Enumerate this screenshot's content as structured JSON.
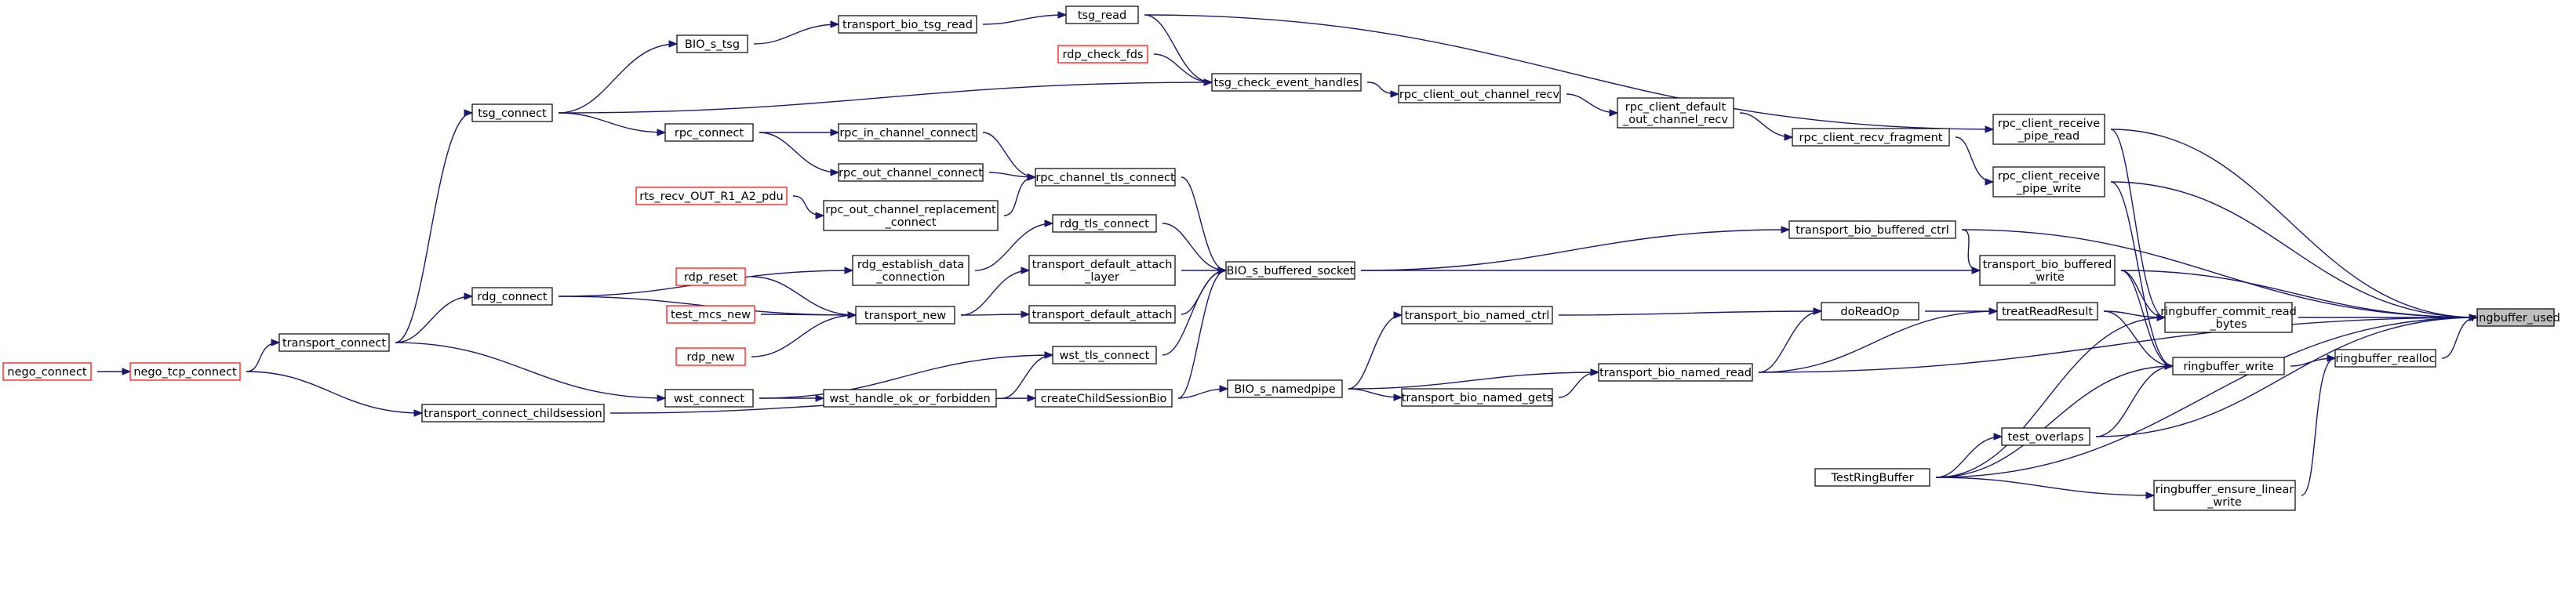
{
  "colors": {
    "edge": "#191970",
    "node_border": "#000000",
    "node_border_external": "#ff0000",
    "node_fill": "#ffffff",
    "focus_fill": "#bfbfbf"
  },
  "nodes": [
    {
      "id": "ringbuffer_used",
      "lines": [
        "ringbuffer_used"
      ],
      "focus": true
    },
    {
      "id": "ringbuffer_realloc",
      "lines": [
        "ringbuffer_realloc"
      ]
    },
    {
      "id": "ringbuffer_commit_read_bytes",
      "lines": [
        "ringbuffer_commit_read",
        "_bytes"
      ]
    },
    {
      "id": "ringbuffer_write",
      "lines": [
        "ringbuffer_write"
      ]
    },
    {
      "id": "ringbuffer_ensure_linear_write",
      "lines": [
        "ringbuffer_ensure_linear",
        "_write"
      ]
    },
    {
      "id": "rpc_client_receive_pipe_read",
      "lines": [
        "rpc_client_receive",
        "_pipe_read"
      ]
    },
    {
      "id": "rpc_client_receive_pipe_write",
      "lines": [
        "rpc_client_receive",
        "_pipe_write"
      ]
    },
    {
      "id": "transport_bio_buffered_ctrl",
      "lines": [
        "transport_bio_buffered_ctrl"
      ]
    },
    {
      "id": "transport_bio_buffered_write",
      "lines": [
        "transport_bio_buffered",
        "_write"
      ]
    },
    {
      "id": "treatReadResult",
      "lines": [
        "treatReadResult"
      ]
    },
    {
      "id": "test_overlaps",
      "lines": [
        "test_overlaps"
      ]
    },
    {
      "id": "TestRingBuffer",
      "lines": [
        "TestRingBuffer"
      ]
    },
    {
      "id": "doReadOp",
      "lines": [
        "doReadOp"
      ]
    },
    {
      "id": "transport_bio_named_read",
      "lines": [
        "transport_bio_named_read"
      ]
    },
    {
      "id": "transport_bio_named_ctrl",
      "lines": [
        "transport_bio_named_ctrl"
      ]
    },
    {
      "id": "transport_bio_named_gets",
      "lines": [
        "transport_bio_named_gets"
      ]
    },
    {
      "id": "BIO_s_namedpipe",
      "lines": [
        "BIO_s_namedpipe"
      ]
    },
    {
      "id": "createChildSessionBio",
      "lines": [
        "createChildSessionBio"
      ]
    },
    {
      "id": "transport_connect_childsession",
      "lines": [
        "transport_connect_childsession"
      ]
    },
    {
      "id": "rpc_client_recv_fragment",
      "lines": [
        "rpc_client_recv_fragment"
      ]
    },
    {
      "id": "rpc_client_default_out_channel_recv",
      "lines": [
        "rpc_client_default",
        "_out_channel_recv"
      ]
    },
    {
      "id": "rpc_client_out_channel_recv",
      "lines": [
        "rpc_client_out_channel_recv"
      ]
    },
    {
      "id": "tsg_check_event_handles",
      "lines": [
        "tsg_check_event_handles"
      ]
    },
    {
      "id": "rdp_check_fds",
      "lines": [
        "rdp_check_fds"
      ],
      "external": true
    },
    {
      "id": "tsg_read",
      "lines": [
        "tsg_read"
      ]
    },
    {
      "id": "transport_bio_tsg_read",
      "lines": [
        "transport_bio_tsg_read"
      ]
    },
    {
      "id": "BIO_s_tsg",
      "lines": [
        "BIO_s_tsg"
      ]
    },
    {
      "id": "tsg_connect",
      "lines": [
        "tsg_connect"
      ]
    },
    {
      "id": "transport_connect",
      "lines": [
        "transport_connect"
      ]
    },
    {
      "id": "nego_tcp_connect",
      "lines": [
        "nego_tcp_connect"
      ],
      "external": true
    },
    {
      "id": "nego_connect",
      "lines": [
        "nego_connect"
      ],
      "external": true
    },
    {
      "id": "BIO_s_buffered_socket",
      "lines": [
        "BIO_s_buffered_socket"
      ]
    },
    {
      "id": "rpc_channel_tls_connect",
      "lines": [
        "rpc_channel_tls_connect"
      ]
    },
    {
      "id": "rpc_in_channel_connect",
      "lines": [
        "rpc_in_channel_connect"
      ]
    },
    {
      "id": "rpc_out_channel_connect",
      "lines": [
        "rpc_out_channel_connect"
      ]
    },
    {
      "id": "rpc_out_channel_replacement_connect",
      "lines": [
        "rpc_out_channel_replacement",
        "_connect"
      ]
    },
    {
      "id": "rts_recv_OUT_R1_A2_pdu",
      "lines": [
        "rts_recv_OUT_R1_A2_pdu"
      ],
      "external": true
    },
    {
      "id": "rpc_connect",
      "lines": [
        "rpc_connect"
      ]
    },
    {
      "id": "rdg_tls_connect",
      "lines": [
        "rdg_tls_connect"
      ]
    },
    {
      "id": "rdg_establish_data_connection",
      "lines": [
        "rdg_establish_data",
        "_connection"
      ]
    },
    {
      "id": "rdg_connect",
      "lines": [
        "rdg_connect"
      ]
    },
    {
      "id": "transport_default_attach_layer",
      "lines": [
        "transport_default_attach",
        "_layer"
      ]
    },
    {
      "id": "transport_default_attach",
      "lines": [
        "transport_default_attach"
      ]
    },
    {
      "id": "transport_new",
      "lines": [
        "transport_new"
      ]
    },
    {
      "id": "rdp_reset",
      "lines": [
        "rdp_reset"
      ],
      "external": true
    },
    {
      "id": "test_mcs_new",
      "lines": [
        "test_mcs_new"
      ],
      "external": true
    },
    {
      "id": "rdp_new",
      "lines": [
        "rdp_new"
      ],
      "external": true
    },
    {
      "id": "wst_tls_connect",
      "lines": [
        "wst_tls_connect"
      ]
    },
    {
      "id": "wst_connect",
      "lines": [
        "wst_connect"
      ]
    },
    {
      "id": "wst_handle_ok_or_forbidden",
      "lines": [
        "wst_handle_ok_or_forbidden"
      ]
    }
  ],
  "edges": [
    [
      "ringbuffer_realloc",
      "ringbuffer_used"
    ],
    [
      "ringbuffer_commit_read_bytes",
      "ringbuffer_used"
    ],
    [
      "rpc_client_receive_pipe_read",
      "ringbuffer_used"
    ],
    [
      "rpc_client_receive_pipe_write",
      "ringbuffer_used"
    ],
    [
      "transport_bio_buffered_ctrl",
      "ringbuffer_used"
    ],
    [
      "transport_bio_buffered_write",
      "ringbuffer_used"
    ],
    [
      "test_overlaps",
      "ringbuffer_used"
    ],
    [
      "TestRingBuffer",
      "ringbuffer_used"
    ],
    [
      "transport_bio_named_read",
      "ringbuffer_used"
    ],
    [
      "ringbuffer_write",
      "ringbuffer_realloc"
    ],
    [
      "ringbuffer_ensure_linear_write",
      "ringbuffer_realloc"
    ],
    [
      "rpc_client_receive_pipe_read",
      "ringbuffer_commit_read_bytes"
    ],
    [
      "transport_bio_buffered_write",
      "ringbuffer_commit_read_bytes"
    ],
    [
      "treatReadResult",
      "ringbuffer_commit_read_bytes"
    ],
    [
      "TestRingBuffer",
      "ringbuffer_commit_read_bytes"
    ],
    [
      "rpc_client_receive_pipe_write",
      "ringbuffer_write"
    ],
    [
      "transport_bio_buffered_write",
      "ringbuffer_write"
    ],
    [
      "treatReadResult",
      "ringbuffer_write"
    ],
    [
      "test_overlaps",
      "ringbuffer_write"
    ],
    [
      "TestRingBuffer",
      "ringbuffer_write"
    ],
    [
      "TestRingBuffer",
      "ringbuffer_ensure_linear_write"
    ],
    [
      "TestRingBuffer",
      "test_overlaps"
    ],
    [
      "rpc_client_recv_fragment",
      "rpc_client_receive_pipe_write"
    ],
    [
      "tsg_read",
      "rpc_client_receive_pipe_read"
    ],
    [
      "BIO_s_buffered_socket",
      "transport_bio_buffered_ctrl"
    ],
    [
      "transport_bio_buffered_ctrl",
      "transport_bio_buffered_write"
    ],
    [
      "BIO_s_buffered_socket",
      "transport_bio_buffered_write"
    ],
    [
      "doReadOp",
      "treatReadResult"
    ],
    [
      "transport_bio_named_read",
      "treatReadResult"
    ],
    [
      "transport_bio_named_read",
      "doReadOp"
    ],
    [
      "transport_bio_named_ctrl",
      "doReadOp"
    ],
    [
      "BIO_s_namedpipe",
      "transport_bio_named_read"
    ],
    [
      "transport_bio_named_gets",
      "transport_bio_named_read"
    ],
    [
      "BIO_s_namedpipe",
      "transport_bio_named_ctrl"
    ],
    [
      "BIO_s_namedpipe",
      "transport_bio_named_gets"
    ],
    [
      "createChildSessionBio",
      "BIO_s_namedpipe"
    ],
    [
      "transport_connect_childsession",
      "createChildSessionBio"
    ],
    [
      "rpc_client_default_out_channel_recv",
      "rpc_client_recv_fragment"
    ],
    [
      "rpc_client_out_channel_recv",
      "rpc_client_default_out_channel_recv"
    ],
    [
      "tsg_check_event_handles",
      "rpc_client_out_channel_recv"
    ],
    [
      "tsg_read",
      "tsg_check_event_handles"
    ],
    [
      "rdp_check_fds",
      "tsg_check_event_handles"
    ],
    [
      "tsg_connect",
      "tsg_check_event_handles"
    ],
    [
      "transport_bio_tsg_read",
      "tsg_read"
    ],
    [
      "BIO_s_tsg",
      "transport_bio_tsg_read"
    ],
    [
      "tsg_connect",
      "BIO_s_tsg"
    ],
    [
      "transport_connect",
      "tsg_connect"
    ],
    [
      "nego_tcp_connect",
      "transport_connect"
    ],
    [
      "nego_connect",
      "nego_tcp_connect"
    ],
    [
      "nego_tcp_connect",
      "transport_connect_childsession"
    ],
    [
      "rpc_channel_tls_connect",
      "BIO_s_buffered_socket"
    ],
    [
      "rdg_tls_connect",
      "BIO_s_buffered_socket"
    ],
    [
      "transport_default_attach_layer",
      "BIO_s_buffered_socket"
    ],
    [
      "transport_default_attach",
      "BIO_s_buffered_socket"
    ],
    [
      "wst_tls_connect",
      "BIO_s_buffered_socket"
    ],
    [
      "createChildSessionBio",
      "BIO_s_buffered_socket"
    ],
    [
      "rpc_in_channel_connect",
      "rpc_channel_tls_connect"
    ],
    [
      "rpc_out_channel_connect",
      "rpc_channel_tls_connect"
    ],
    [
      "rpc_out_channel_replacement_connect",
      "rpc_channel_tls_connect"
    ],
    [
      "rts_recv_OUT_R1_A2_pdu",
      "rpc_out_channel_replacement_connect"
    ],
    [
      "rpc_connect",
      "rpc_in_channel_connect"
    ],
    [
      "rpc_connect",
      "rpc_out_channel_connect"
    ],
    [
      "tsg_connect",
      "rpc_connect"
    ],
    [
      "rdg_establish_data_connection",
      "rdg_tls_connect"
    ],
    [
      "rdg_connect",
      "rdg_establish_data_connection"
    ],
    [
      "transport_connect",
      "rdg_connect"
    ],
    [
      "transport_new",
      "transport_default_attach_layer"
    ],
    [
      "transport_new",
      "transport_default_attach"
    ],
    [
      "rdg_connect",
      "transport_new"
    ],
    [
      "rdp_reset",
      "transport_new"
    ],
    [
      "test_mcs_new",
      "transport_new"
    ],
    [
      "rdp_new",
      "transport_new"
    ],
    [
      "wst_connect",
      "wst_tls_connect"
    ],
    [
      "wst_handle_ok_or_forbidden",
      "wst_tls_connect"
    ],
    [
      "wst_connect",
      "wst_handle_ok_or_forbidden"
    ],
    [
      "transport_connect",
      "wst_connect"
    ]
  ]
}
